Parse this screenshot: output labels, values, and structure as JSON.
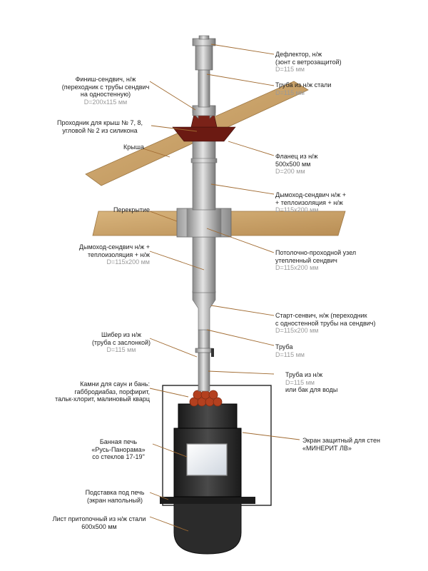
{
  "colors": {
    "steel_light": "#d6d6d6",
    "steel_dark": "#7a7a7a",
    "roof_wood": "#c9a06a",
    "cone": "#6b1a12",
    "stones": "#b4401f",
    "stove_dark": "#222222",
    "leader_line": "#a06a30",
    "dim_text": "#999999"
  },
  "labels": {
    "deflector": {
      "text": "Дефлектор, н/ж",
      "text2": "(зонт с ветрозащитой)",
      "dim": "D=115 мм"
    },
    "pipe_top": {
      "text": "Труба из н/ж стали",
      "dim": "D=115 мм"
    },
    "finish_sandwich": {
      "text": "Финиш-сендвич, н/ж",
      "text2": "(переходник с трубы сендвич",
      "text3": "на одностенную)",
      "dim": "D=200x115 мм"
    },
    "roof_pass": {
      "text": "Проходник для крыш № 7, 8,",
      "text2": "угловой № 2 из силикона"
    },
    "roof": {
      "text": "Крыша"
    },
    "flange": {
      "text": "Фланец из н/ж",
      "text2": "500x500 мм",
      "dim": "D=200 мм"
    },
    "chimney_upper": {
      "text": "Дымоход-сендвич н/ж +",
      "text2": "+ теплоизоляция + н/ж",
      "dim": "D=115x200 мм"
    },
    "ceiling": {
      "text": "Перекрытие"
    },
    "chimney_lower": {
      "text": "Дымоход-сендвич н/ж +",
      "text2": "теплоизоляция + н/ж",
      "dim": "D=115x200 мм"
    },
    "ceiling_unit": {
      "text": "Потолочно-проходной узел",
      "text2": "утепленный сендвич",
      "dim": "D=115x200 мм"
    },
    "start_sandwich": {
      "text": "Старт-сенвич, н/ж (переходник",
      "text2": "с одностенной трубы на сендвич)",
      "dim": "D=115x200 мм"
    },
    "pipe_mid": {
      "text": "Труба",
      "dim": "D=115 мм"
    },
    "damper": {
      "text": "Шибер из н/ж",
      "text2": "(труба с заслонкой)",
      "dim": "D=115 мм"
    },
    "pipe_tank": {
      "text": "Труба из н/ж",
      "dim": "D=115 мм",
      "text2": "или бак для воды"
    },
    "stones": {
      "text": "Камни для саун и бань:",
      "text2": "габбродиабаз, порфирит,",
      "text3": "тальк-хлорит, малиновый кварц"
    },
    "stove": {
      "text": "Банная печь",
      "text2": "«Русь-Панорама»",
      "text3": "со стеклов 17-19\""
    },
    "wall_screen": {
      "text": "Экран защитный для стен",
      "text2": "«МИНЕРИТ ЛВ»"
    },
    "stand": {
      "text": "Подставка под печь",
      "text2": "(экран напольный)"
    },
    "fire_sheet": {
      "text": "Лист притопочный из н/ж стали",
      "text2": "600x500 мм"
    }
  }
}
